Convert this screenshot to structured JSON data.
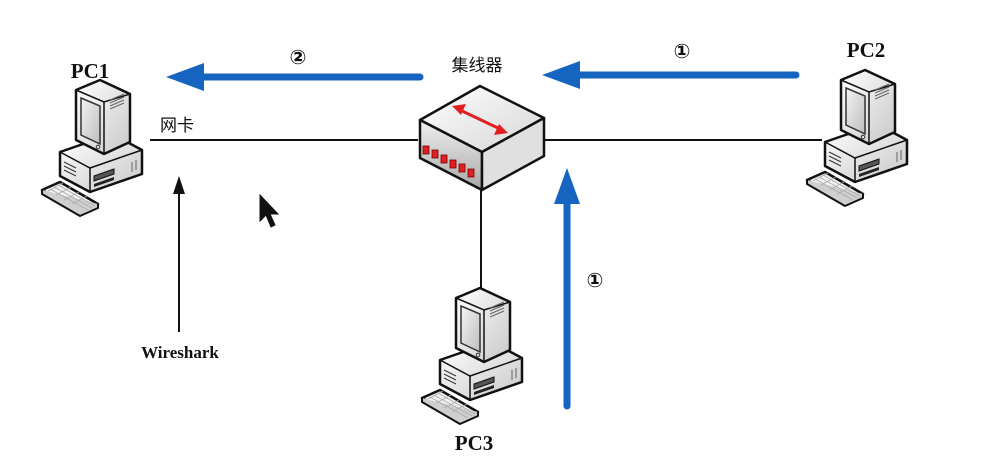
{
  "diagram": {
    "nodes": {
      "pc1": {
        "label": "PC1",
        "nic_label": "网卡"
      },
      "pc2": {
        "label": "PC2"
      },
      "pc3": {
        "label": "PC3"
      },
      "hub": {
        "label": "集线器"
      }
    },
    "annotations": {
      "wireshark": "Wireshark",
      "step_pc2_to_hub": "①",
      "step_pc3_to_hub": "①",
      "step_hub_to_pc1": "②"
    },
    "flows": [
      {
        "from": "PC2",
        "to": "集线器",
        "step": "①"
      },
      {
        "from": "PC3",
        "to": "集线器",
        "step": "①"
      },
      {
        "from": "集线器",
        "to": "PC1",
        "step": "②"
      }
    ],
    "colors": {
      "flow_arrow": "#1565c0",
      "hub_arrow": "#e02020",
      "hub_ports": "#e02020",
      "line": "#111111"
    }
  }
}
